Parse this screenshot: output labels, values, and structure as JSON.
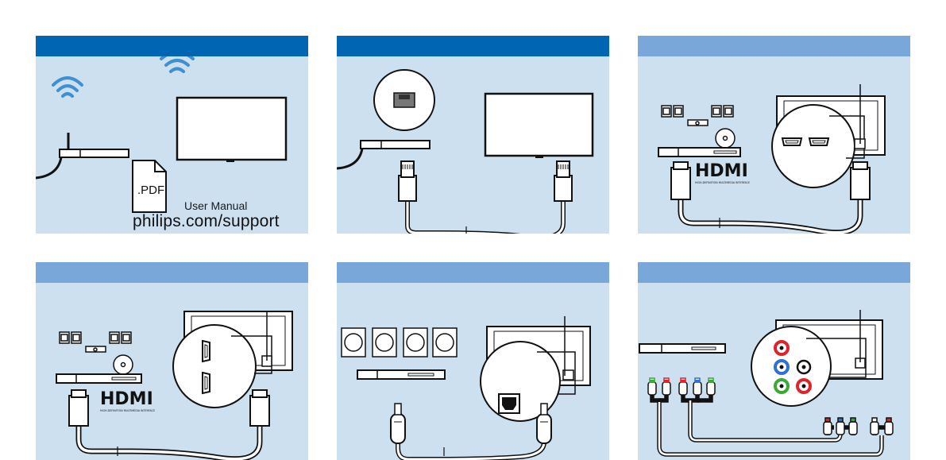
{
  "colors": {
    "header_dark": "#0066b3",
    "header_light": "#7aa7d9",
    "panel_bg": "#cde0f0",
    "wifi": "#3f8fd2",
    "ink": "#111111",
    "rca_red": "#e0222b",
    "rca_green": "#3aa935",
    "rca_blue": "#2f6fd6",
    "rca_white": "#ffffff"
  },
  "panel1": {
    "pdf_label": ".PDF",
    "user_manual": "User Manual",
    "support_url": "philips.com/support"
  },
  "panel3": {
    "hdmi_logo": "HDMI",
    "hdmi_tagline": "HIGH-DEFINITION MULTIMEDIA INTERFACE"
  },
  "panel4": {
    "hdmi_logo": "HDMI",
    "hdmi_tagline": "HIGH-DEFINITION MULTIMEDIA INTERFACE"
  },
  "icons": {
    "panel1": [
      "wifi-icon",
      "router-icon",
      "tv-icon",
      "pdf-file-icon"
    ],
    "panel2": [
      "ethernet-port-icon",
      "router-icon",
      "tv-icon",
      "ethernet-cable-icon"
    ],
    "panel3": [
      "speakers-icon",
      "soundbar-icon",
      "tv-icon",
      "hdmi-ports-icon",
      "hdmi-cable-icon"
    ],
    "panel4": [
      "speakers-icon",
      "soundbar-icon",
      "tv-icon",
      "hdmi-ports-icon",
      "hdmi-cable-icon"
    ],
    "panel5": [
      "speakers-icon",
      "soundbar-icon",
      "tv-icon",
      "optical-port-icon",
      "optical-cable-icon"
    ],
    "panel6": [
      "dvd-player-icon",
      "tv-icon",
      "component-ports-icon",
      "rca-cable-icon"
    ]
  }
}
